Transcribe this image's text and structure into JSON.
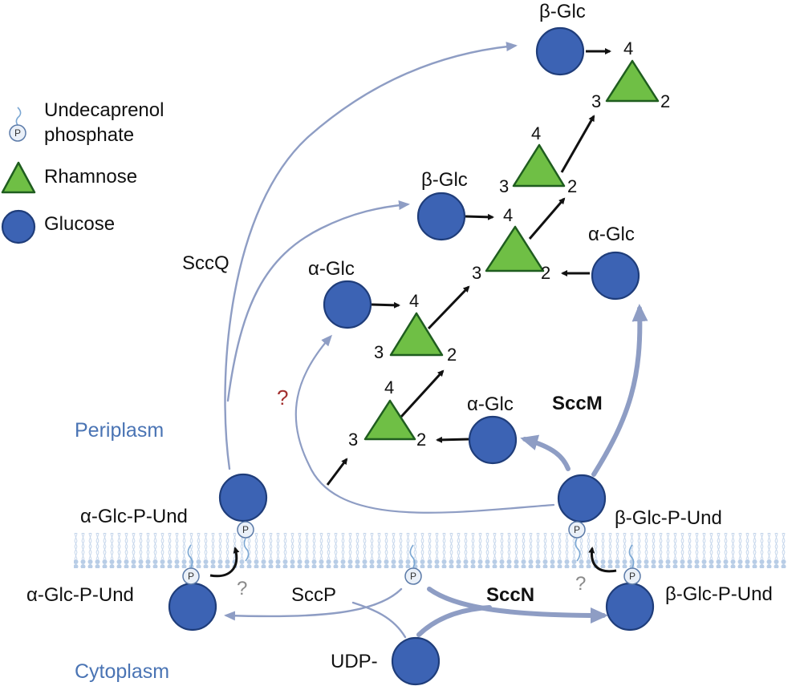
{
  "legend": {
    "undecaprenol_line1": "Undecaprenol",
    "undecaprenol_line2": "phosphate",
    "rhamnose": "Rhamnose",
    "glucose": "Glucose",
    "p_symbol": "P"
  },
  "regions": {
    "periplasm": "Periplasm",
    "cytoplasm": "Cytoplasm"
  },
  "enzymes": {
    "sccq": "SccQ",
    "sccm": "SccM",
    "sccn": "SccN",
    "sccp": "SccP"
  },
  "sugars": {
    "beta_glc": "β-Glc",
    "alpha_glc": "α-Glc",
    "udp": "UDP-"
  },
  "lipids": {
    "alpha_glc_p_und": "α-Glc-P-Und",
    "beta_glc_p_und": "β-Glc-P-Und"
  },
  "positions": {
    "c2": "2",
    "c3": "3",
    "c4": "4"
  },
  "unknown": "?",
  "colors": {
    "glucose": "#3c63b4",
    "rhamnose": "#6fbf45",
    "pathway_arrow": "#8e9dc4",
    "region_text": "#4a74b4",
    "question_red": "#a3302f",
    "membrane": "#c8d8ec"
  }
}
